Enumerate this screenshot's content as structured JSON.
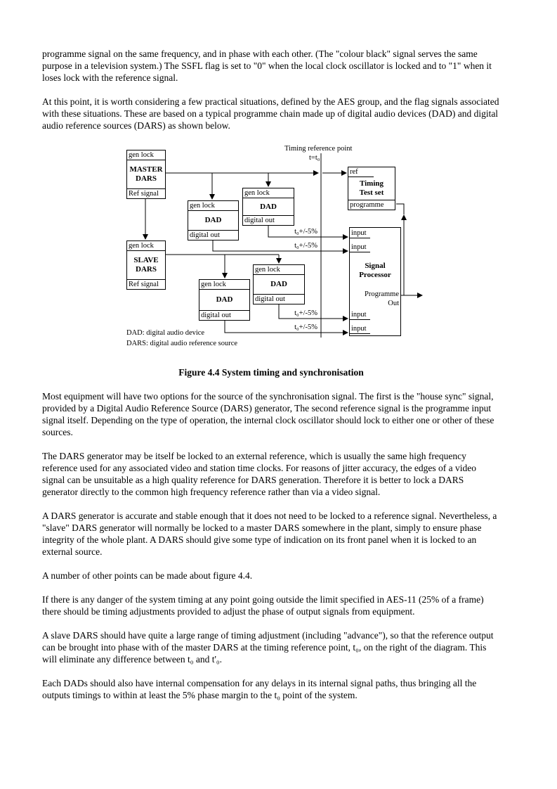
{
  "palette": {
    "ink": "#000000",
    "background": "#ffffff"
  },
  "document": {
    "paragraphs": [
      "programme signal on the same frequency, and in phase with each other.  (The \"colour black\" signal serves the same purpose in a television system.)  The SSFL flag is set to \"0\" when the local clock oscillator is locked and to \"1\" when it loses lock with the reference signal.",
      "At this point, it is worth considering a few practical situations, defined by the AES group, and the flag signals associated with these situations.  These are based on a typical programme chain made up of digital audio devices (DAD) and digital audio reference sources (DARS) as shown below.",
      "Most equipment will have two options for the source of the synchronisation signal.  The first is the \"house sync\" signal, provided by a Digital Audio Reference Source (DARS) generator, The second reference signal is the programme input signal itself.  Depending on the type of operation, the internal clock oscillator should lock to either one or other of these sources.",
      "The DARS generator may be itself be locked to an external reference, which is usually the same high frequency reference used for any associated video and station time clocks.  For reasons of jitter accuracy, the edges of a video signal can be unsuitable as a high quality reference for DARS generation.  Therefore it is better to lock a DARS generator directly to the common high frequency reference rather than via a video signal.",
      "A DARS generator is accurate and stable enough that it does not need to be locked to a reference signal.  Nevertheless, a \"slave\" DARS generator will normally be locked to a master DARS somewhere in the plant, simply to ensure phase integrity of the whole plant.  A DARS should give some type of indication on its front panel when it is locked to an external source.",
      "A number of other points can be made about figure 4.4.",
      "If there is any danger of the system timing at any point going outside the limit specified in AES-11 (25% of a frame) there should be timing adjustments provided to adjust the phase of output signals from equipment.",
      "A slave DARS should have quite a large range of timing adjustment (including \"advance\"), so that the reference output can be brought into phase with of the master DARS at the timing reference point, t₀, on the right of the diagram.  This will eliminate any difference between t₀ and t'₀.",
      "Each DADs should also have internal compensation for any delays in its internal signal paths, thus bringing all the outputs timings to within at least the 5% phase margin to the t₀ point of the system."
    ]
  },
  "figure": {
    "caption": "Figure 4.4 System timing and synchronisation",
    "timing_reference": {
      "label": "Timing reference point",
      "time": "t=t₀"
    },
    "tolerance_label": "t₀+/-5%",
    "boxes": {
      "master_dars": {
        "gen_lock": "gen lock",
        "name_line1": "MASTER",
        "name_line2": "DARS",
        "ref_signal": "Ref signal"
      },
      "slave_dars": {
        "gen_lock": "gen lock",
        "name_line1": "SLAVE",
        "name_line2": "DARS",
        "ref_signal": "Ref signal"
      },
      "dad": {
        "gen_lock": "gen lock",
        "name": "DAD",
        "digital_out": "digital out"
      },
      "timing_test_set": {
        "ref": "ref",
        "name_line1": "Timing",
        "name_line2": "Test set",
        "programme": "programme"
      },
      "signal_processor": {
        "name_line1": "Signal",
        "name_line2": "Processor",
        "input": "input",
        "out_line1": "Programme",
        "out_line2": "Out"
      }
    },
    "legend": {
      "dad": "DAD:  digital audio device",
      "dars": "DARS: digital audio reference source"
    }
  }
}
